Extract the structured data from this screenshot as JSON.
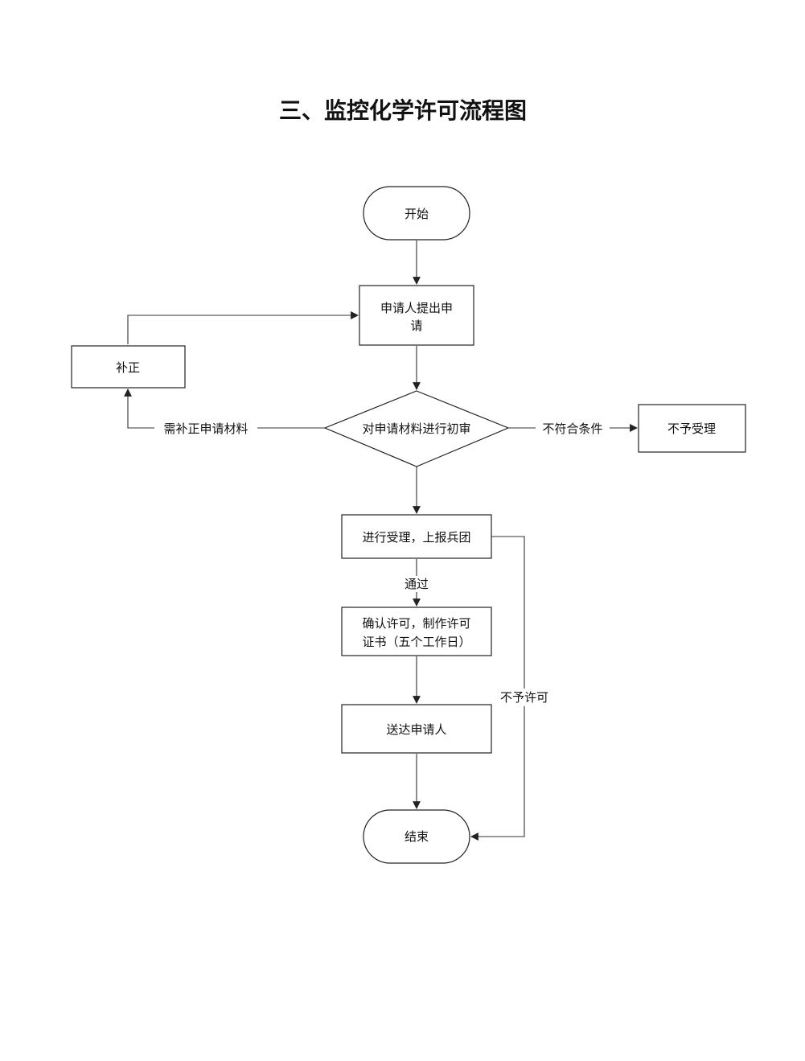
{
  "title": "三、监控化学许可流程图",
  "nodes": {
    "start": "开始",
    "apply_line1": "申请人提出申",
    "apply_line2": "请",
    "correct": "补正",
    "review": "对申请材料进行初审",
    "reject": "不予受理",
    "accept": "进行受理，上报兵团",
    "confirm_line1": "确认许可，制作许可",
    "confirm_line2": "证书（五个工作日）",
    "deliver": "送达申请人",
    "end": "结束"
  },
  "edges": {
    "need_correction": "需补正申请材料",
    "not_qualified": "不符合条件",
    "passed": "通过",
    "denied": "不予许可"
  }
}
